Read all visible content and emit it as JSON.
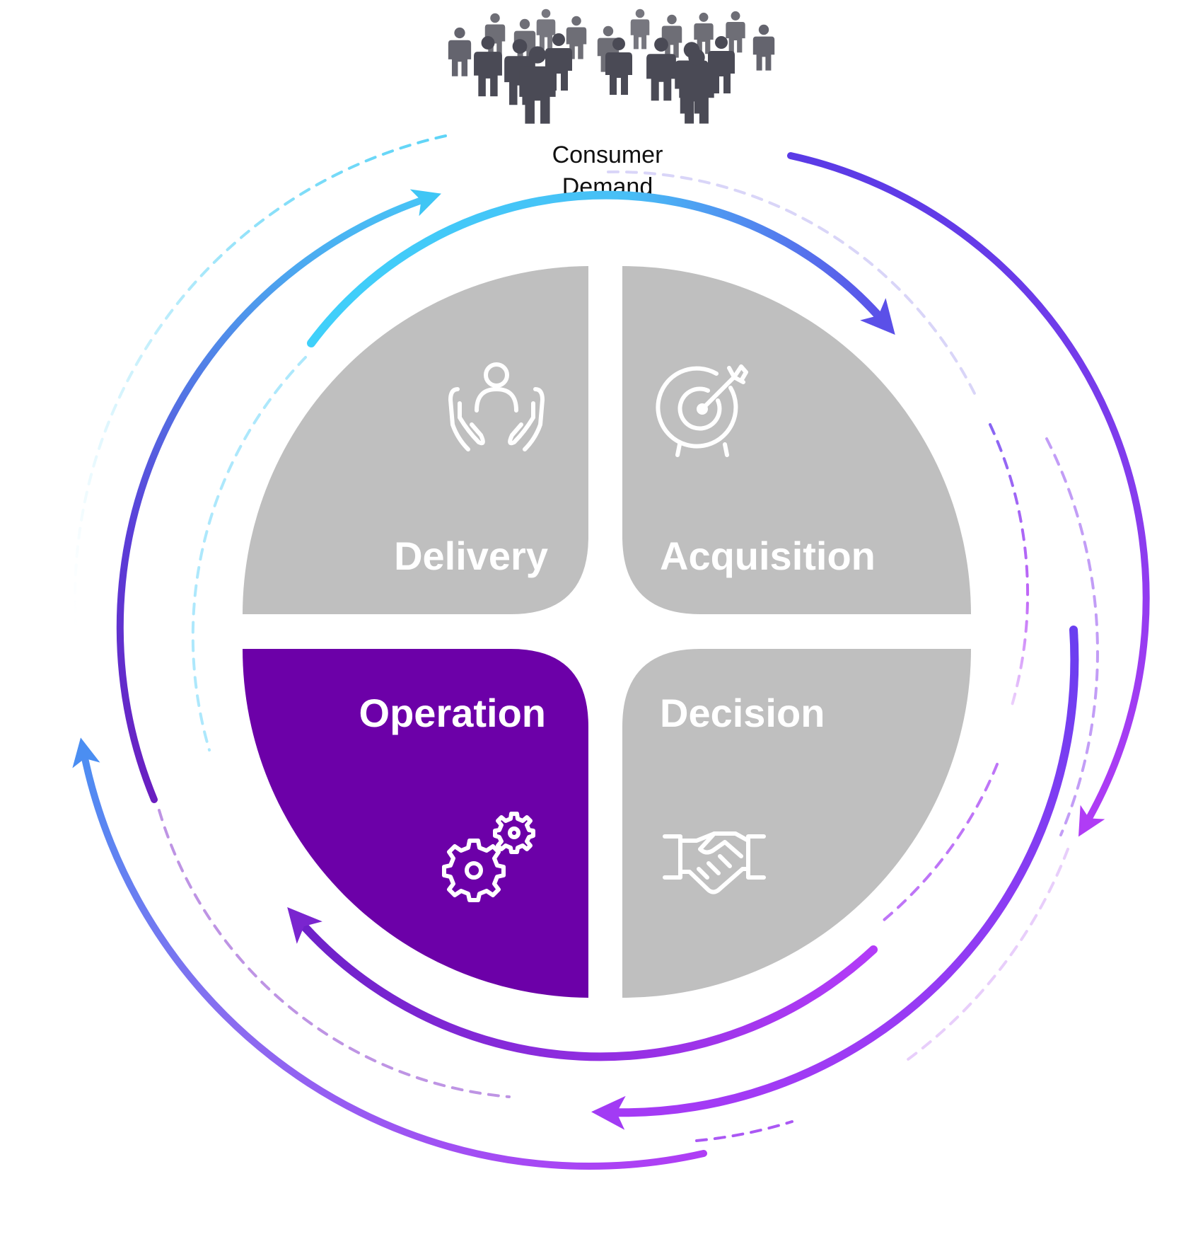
{
  "consumer_demand": {
    "line1": "Consumer",
    "line2": "Demand",
    "icon": "crowd-icon"
  },
  "quadrants": {
    "delivery": {
      "label": "Delivery",
      "icon": "hands-person-icon",
      "color": "#bfbfbf",
      "highlighted": false
    },
    "acquisition": {
      "label": "Acquisition",
      "icon": "target-arrow-icon",
      "color": "#bfbfbf",
      "highlighted": false
    },
    "operation": {
      "label": "Operation",
      "icon": "gears-icon",
      "color": "#6c00a8",
      "highlighted": true
    },
    "decision": {
      "label": "Decision",
      "icon": "handshake-icon",
      "color": "#bfbfbf",
      "highlighted": false
    }
  },
  "colors": {
    "arrow_start": "#44c8f5",
    "arrow_mid": "#6a3fe0",
    "arrow_end": "#b040f5",
    "people": "#4a4a55"
  }
}
